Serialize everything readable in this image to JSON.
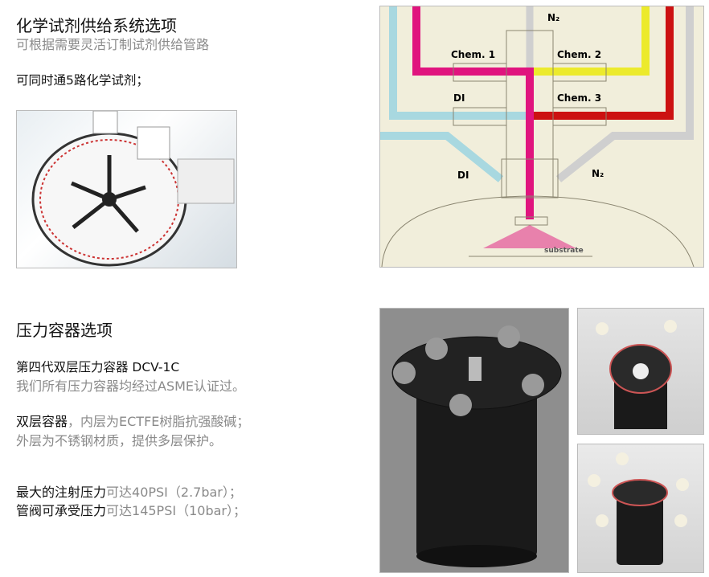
{
  "section1": {
    "title": "化学试剂供给系统选项",
    "subtitle": "可根据需要灵活订制试剂供给管路",
    "note": "可同时通5路化学试剂；"
  },
  "diagram": {
    "labels": {
      "n2_top": "N₂",
      "chem1": "Chem. 1",
      "chem2": "Chem. 2",
      "di_upper": "DI",
      "chem3": "Chem. 3",
      "di_lower": "DI",
      "n2_lower": "N₂",
      "substrate": "substrate"
    },
    "colors": {
      "chem1": "#e0147e",
      "chem2": "#ecea2c",
      "chem3": "#cc1111",
      "di": "#a8d8e0",
      "n2": "#cfcfcf",
      "background": "#f1eedb"
    }
  },
  "section2": {
    "title": "压力容器选项",
    "product_name": "第四代双层压力容器 DCV-1C",
    "cert": "我们所有压力容器均经过ASME认证过。",
    "layer_label": "双层容器",
    "layer_desc1": "，内层为ECTFE树脂抗强酸碱；",
    "layer_desc2": "外层为不锈钢材质，提供多层保护。",
    "pressure1_label": "最大的注射压力",
    "pressure1_value": "可达40PSI（2.7bar）；",
    "pressure2_label": "管阀可承受压力",
    "pressure2_value": "可达145PSI（10bar）；"
  }
}
